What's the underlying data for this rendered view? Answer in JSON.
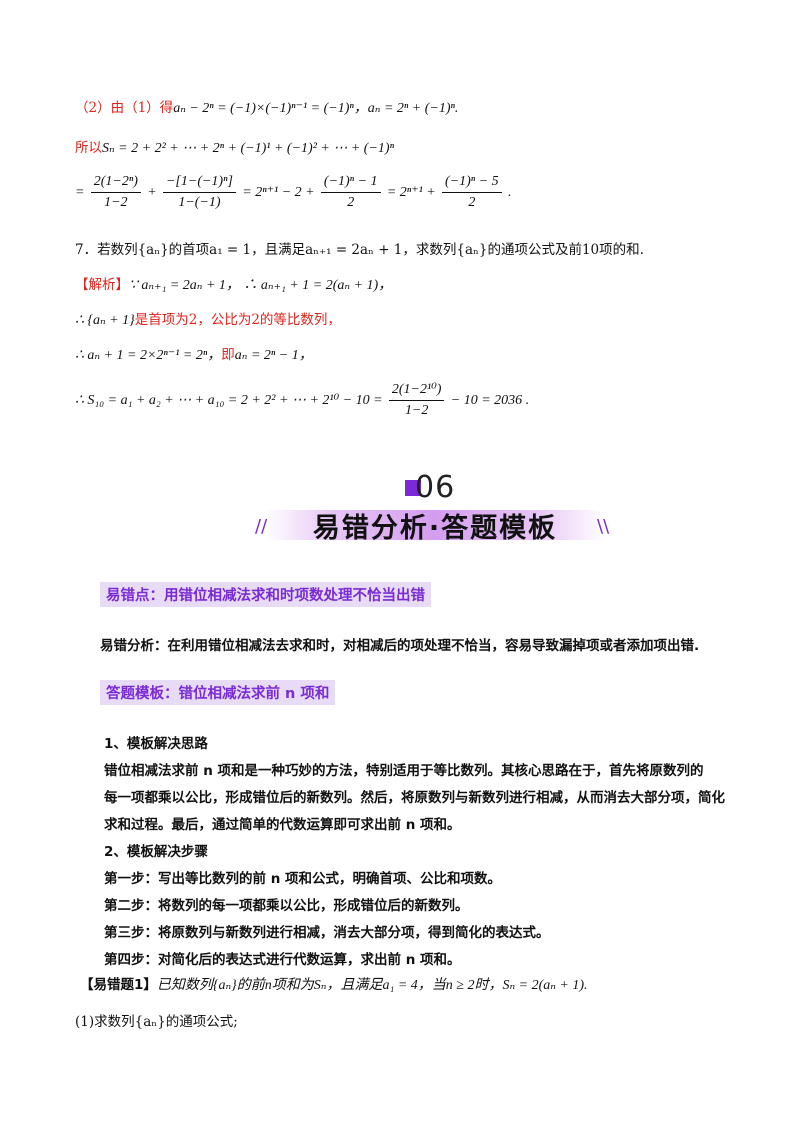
{
  "upper": {
    "l1_prefix": "（2）由（1）得",
    "l1_math": "aₙ − 2ⁿ = (−1)×(−1)ⁿ⁻¹ = (−1)ⁿ，aₙ = 2ⁿ + (−1)ⁿ.",
    "l2_prefix": "所以",
    "l2_math": "Sₙ = 2 + 2² + ⋯ + 2ⁿ + (−1)¹ + (−1)² + ⋯ + (−1)ⁿ",
    "l3_eq": "=",
    "l3_f1_num": "2(1−2ⁿ)",
    "l3_f1_den": "1−2",
    "l3_plus": "+",
    "l3_f2_num": "−[1−(−1)ⁿ]",
    "l3_f2_den": "1−(−1)",
    "l3_mid": "= 2ⁿ⁺¹ − 2 +",
    "l3_f3_num": "(−1)ⁿ − 1",
    "l3_f3_den": "2",
    "l3_mid2": "= 2ⁿ⁺¹ +",
    "l3_f4_num": "(−1)ⁿ − 5",
    "l3_f4_den": "2",
    "l3_end": "."
  },
  "q7": {
    "text": "7．若数列{aₙ}的首项a₁ = 1，且满足aₙ₊₁ = 2aₙ + 1，求数列{aₙ}的通项公式及前10项的和.",
    "jiexi_label": "【解析】",
    "s1_math": "∵ aₙ₊₁ = 2aₙ + 1， ∴ aₙ₊₁ + 1 = 2(aₙ + 1)，",
    "s2_math": "∴ {aₙ + 1}",
    "s2_text": "是首项为2，公比为2的等比数列，",
    "s3_math": "∴ aₙ + 1 = 2×2ⁿ⁻¹ = 2ⁿ，",
    "s3_text": "即",
    "s3_math2": "aₙ = 2ⁿ − 1，",
    "s4_math": "∴ S₁₀ = a₁ + a₂ + ⋯ + a₁₀ = 2 + 2² + ⋯ + 2¹⁰ − 10 =",
    "s4_f_num": "2(1−2¹⁰)",
    "s4_f_den": "1−2",
    "s4_end": "− 10 = 2036 ."
  },
  "banner": {
    "number": "06",
    "title": "易错分析·答题模板",
    "left_mark": "//",
    "right_mark": "\\\\"
  },
  "section": {
    "error_point": "易错点：用错位相减法求和时项数处理不恰当出错",
    "error_analysis": "易错分析：在利用错位相减法去求和时，对相减后的项处理不恰当，容易导致漏掉项或者添加项出错.",
    "template_title": "答题模板：错位相减法求前 n 项和",
    "h1": "1、模板解决思路",
    "p1a": "错位相减法求前 n 项和是一种巧妙的方法，特别适用于等比数列。其核心思路在于，首先将原数列的",
    "p1b": "每一项都乘以公比，形成错位后的新数列。然后，将原数列与新数列进行相减，从而消去大部分项，简化",
    "p1c": "求和过程。最后，通过简单的代数运算即可求出前 n 项和。",
    "h2": "2、模板解决步骤",
    "step1": "第一步：写出等比数列的前 n 项和公式，明确首项、公比和项数。",
    "step2": "第二步：将数列的每一项都乘以公比，形成错位后的新数列。",
    "step3": "第三步：将原数列与新数列进行相减，消去大部分项，得到简化的表达式。",
    "step4": "第四步：对简化后的表达式进行代数运算，求出前 n 项和。"
  },
  "question": {
    "label": "【易错题1】",
    "text": "已知数列{aₙ}的前n项和为Sₙ，且满足a₁ = 4，当n ≥ 2时，Sₙ = 2(aₙ + 1).",
    "sub1": "(1)求数列{aₙ}的通项公式;"
  }
}
